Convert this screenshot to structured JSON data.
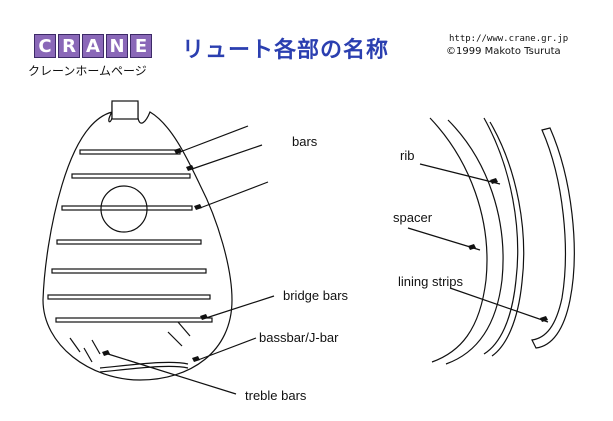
{
  "header": {
    "logo_letters": [
      "C",
      "R",
      "A",
      "N",
      "E"
    ],
    "logo_subtitle": "クレーンホームページ",
    "title": "リュート各部の名称",
    "url": "http://www.crane.gr.jp",
    "copyright": "©1999  Makoto Tsuruta"
  },
  "labels": {
    "bars": "bars",
    "bridge_bars": "bridge bars",
    "bassbar": "bassbar/J-bar",
    "treble_bars": "treble bars",
    "rib": "rib",
    "spacer": "spacer",
    "lining_strips": "lining strips"
  },
  "colors": {
    "title": "#2b3fb0",
    "logo": "#8a68b8",
    "line": "#111111"
  }
}
